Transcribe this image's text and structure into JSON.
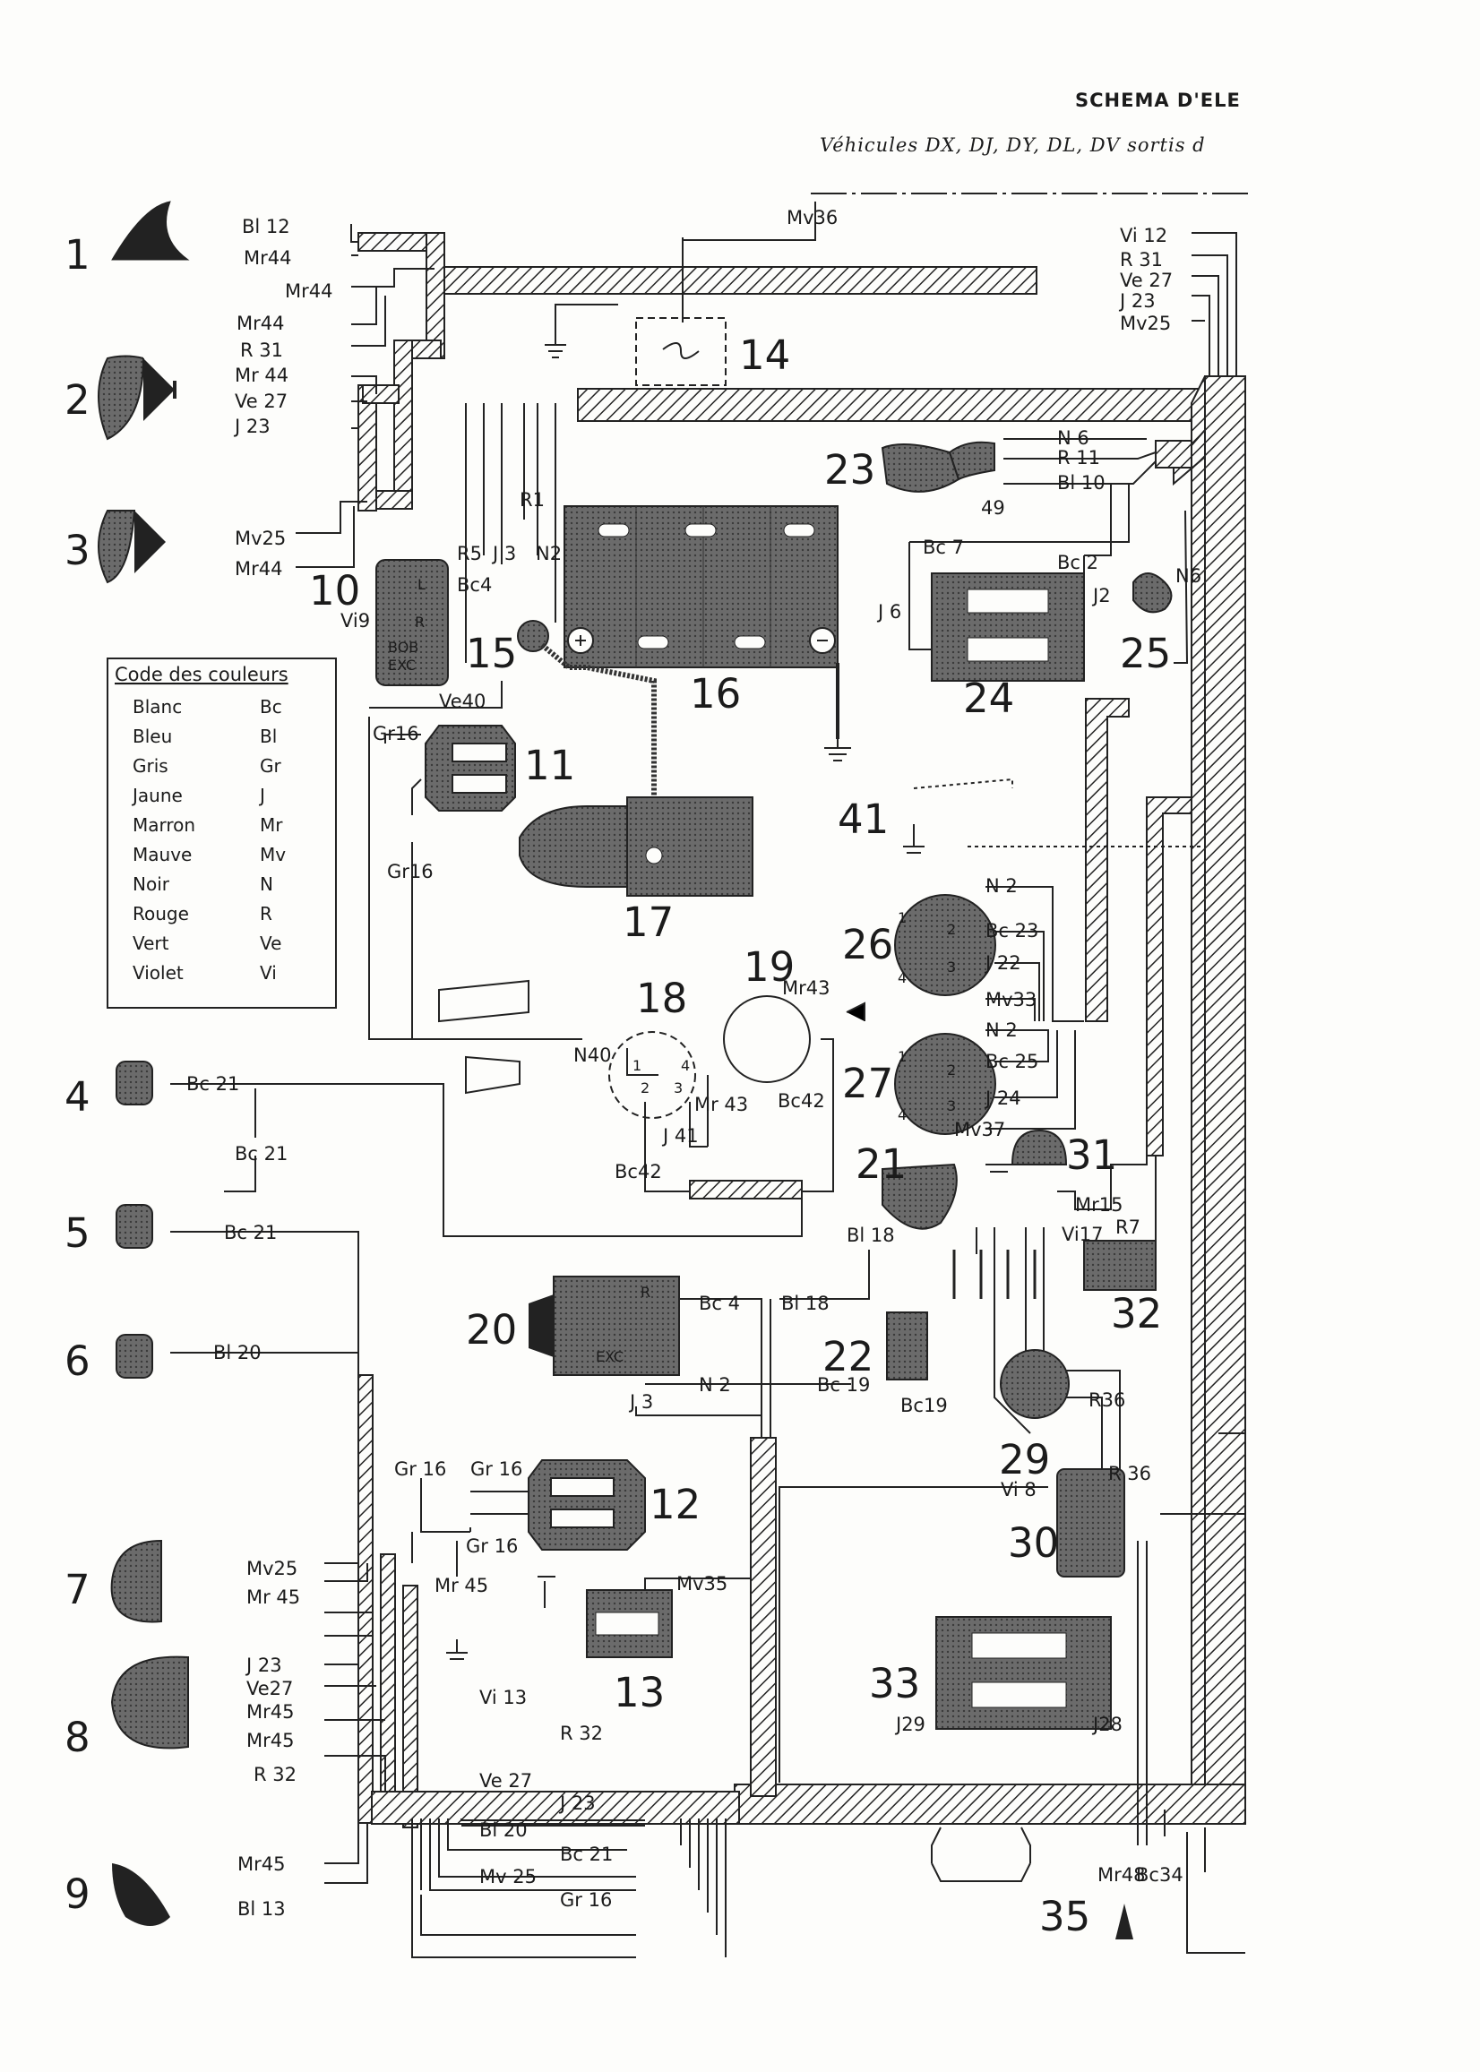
{
  "header": {
    "title": "SCHEMA D'ELE",
    "subtitle": "Véhicules DX, DJ, DY, DL, DV sortis d"
  },
  "legend": {
    "title": "Code des couleurs",
    "items": [
      {
        "name": "Blanc",
        "code": "Bc"
      },
      {
        "name": "Bleu",
        "code": "Bl"
      },
      {
        "name": "Gris",
        "code": "Gr"
      },
      {
        "name": "Jaune",
        "code": "J"
      },
      {
        "name": "Marron",
        "code": "Mr"
      },
      {
        "name": "Mauve",
        "code": "Mv"
      },
      {
        "name": "Noir",
        "code": "N"
      },
      {
        "name": "Rouge",
        "code": "R"
      },
      {
        "name": "Vert",
        "code": "Ve"
      },
      {
        "name": "Violet",
        "code": "Vi"
      }
    ]
  },
  "component_numbers": [
    "1",
    "2",
    "3",
    "4",
    "5",
    "6",
    "7",
    "8",
    "9",
    "10",
    "11",
    "12",
    "13",
    "14",
    "15",
    "16",
    "17",
    "18",
    "19",
    "20",
    "21",
    "22",
    "23",
    "24",
    "25",
    "26",
    "27",
    "29",
    "30",
    "31",
    "32",
    "33",
    "35",
    "41"
  ],
  "wire_labels": [
    "Bl 12",
    "Mr44",
    "Mr44",
    "Mr44",
    "R 31",
    "Mr 44",
    "Ve 27",
    "J 23",
    "Mv25",
    "Mr44",
    "Mv36",
    "Vi 12",
    "R 31",
    "Ve 27",
    "J 23",
    "Mv25",
    "R1",
    "R5",
    "J 3",
    "N2",
    "Bc4",
    "Vi9",
    "Ve40",
    "Gr16",
    "Gr16",
    "N 6",
    "R 11",
    "Bl 10",
    "49",
    "Bc 7",
    "Bc 2",
    "J 6",
    "J2",
    "N6",
    "N 2",
    "Bc 23",
    "J 22",
    "Mv33",
    "N 2",
    "Bc 25",
    "J 24",
    "Mv37",
    "Mr43",
    "N40",
    "Mr 43",
    "J 41",
    "Bc42",
    "Bc42",
    "Bc 21",
    "Bc 21",
    "Bc 21",
    "Bl 20",
    "Mr15",
    "Vi17",
    "R7",
    "Bl 18",
    "Bc 4",
    "Bl 18",
    "N 2",
    "J 3",
    "Bc 19",
    "Bc19",
    "R36",
    "R 36",
    "Vi 8",
    "Gr 16",
    "Gr 16",
    "Gr 16",
    "Mr 45",
    "Mv35",
    "Mv25",
    "Mr 45",
    "J 23",
    "Ve27",
    "Mr45",
    "Mr45",
    "R 32",
    "Vi 13",
    "R 32",
    "Ve 27",
    "J 23",
    "Bl 20",
    "Bc 21",
    "Mv 25",
    "Gr 16",
    "Mr45",
    "Bl 13",
    "J29",
    "J28",
    "Mr48",
    "Bc34"
  ],
  "terminal_marks": [
    "L",
    "R",
    "BOB",
    "EXC",
    "R",
    "EXC",
    "1",
    "2",
    "3",
    "4",
    "1",
    "2",
    "3",
    "4",
    "1",
    "2",
    "3",
    "4"
  ]
}
